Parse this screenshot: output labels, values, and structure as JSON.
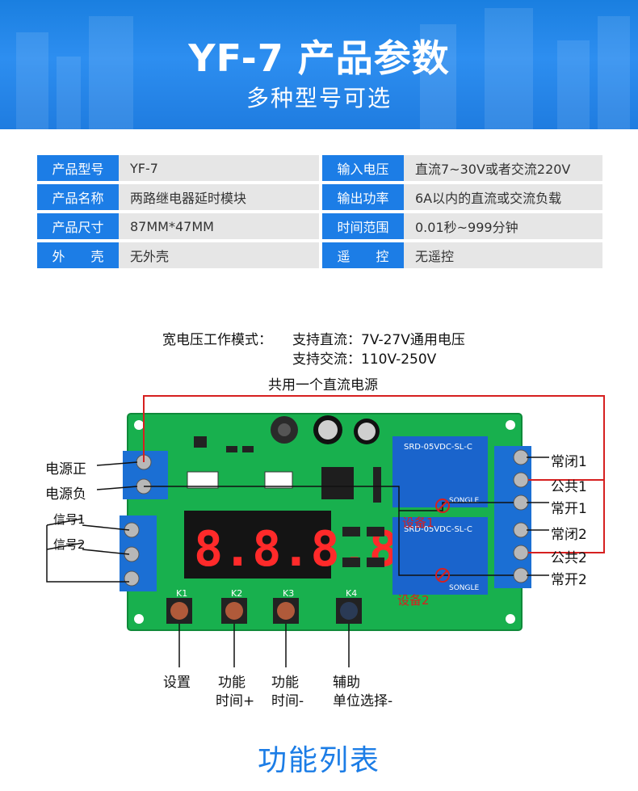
{
  "header": {
    "title": "YF-7 产品参数",
    "subtitle": "多种型号可选"
  },
  "specs": [
    {
      "k1": "产品型号",
      "v1": "YF-7",
      "k2": "输入电压",
      "v2": "直流7~30V或者交流220V"
    },
    {
      "k1": "产品名称",
      "v1": "两路继电器延时模块",
      "k2": "输出功率",
      "v2": "6A以内的直流或交流负载"
    },
    {
      "k1": "产品尺寸",
      "v1": "87MM*47MM",
      "k2": "时间范围",
      "v2": "0.01秒~999分钟"
    },
    {
      "k1": "外　　壳",
      "v1": "无外壳",
      "k2": "遥　　控",
      "v2": "无遥控"
    }
  ],
  "voltage": {
    "mode_label": "宽电压工作模式：",
    "dc": "支持直流：7V-27V通用电压",
    "ac": "支持交流：110V-250V"
  },
  "shared_power": "共用一个直流电源",
  "left_labels": {
    "power_pos": "电源正",
    "power_neg": "电源负",
    "signal1": "信号1",
    "signal2": "信号2"
  },
  "right_labels": {
    "nc1": "常闭1",
    "com1": "公共1",
    "no1": "常开1",
    "nc2": "常闭2",
    "com2": "公共2",
    "no2": "常开2"
  },
  "devices": {
    "d1": "设备1",
    "d2": "设备2"
  },
  "buttons": {
    "k1": "K1",
    "k2": "K2",
    "k3": "K3",
    "k4": "K4",
    "k1_desc": "设置",
    "k2_desc_1": "功能",
    "k2_desc_2": "时间+",
    "k3_desc_1": "功能",
    "k3_desc_2": "时间-",
    "k4_desc_1": "辅助",
    "k4_desc_2": "单位选择-"
  },
  "relays": {
    "model": "SRD-05VDC-SL-C",
    "brand": "SONGLE"
  },
  "footer": "功能列表",
  "colors": {
    "accent": "#1c7de6",
    "pcb": "#18b04e",
    "terminal": "#1b6fd4",
    "wire_red": "#d62020"
  }
}
